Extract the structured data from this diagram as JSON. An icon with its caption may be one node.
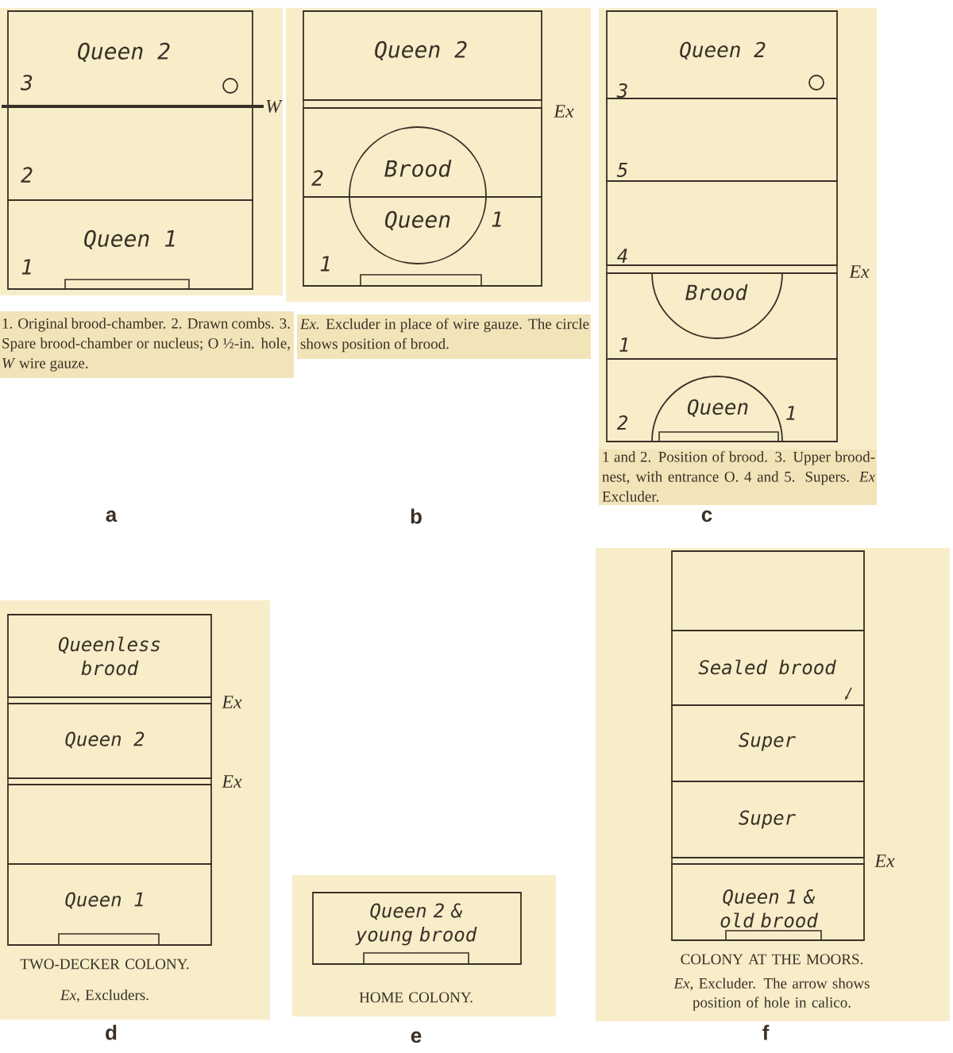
{
  "diagram": {
    "nodes": [
      {
        "text": [
          "Queen 2",
          "3"
        ]
      },
      {
        "text": [
          "2"
        ]
      },
      {
        "text": [
          "Queen 1",
          "1"
        ]
      },
      {
        "text": [
          "Queen 2"
        ]
      },
      {
        "text": [
          "2"
        ]
      },
      {
        "text": [
          "1",
          "1"
        ]
      },
      {
        "text": [
          "Brood",
          "Queen"
        ]
      },
      {
        "text": [
          "Queen 2",
          "3"
        ]
      },
      {
        "text": [
          "5"
        ]
      },
      {
        "text": [
          "4"
        ]
      },
      {
        "text": [
          "1"
        ]
      },
      {
        "text": [
          "Brood"
        ],
        "in": 10
      },
      {
        "text": [
          "2",
          "1"
        ]
      },
      {
        "text": [
          "Queen"
        ],
        "in": 12
      },
      {
        "text": [
          "Queenless brood"
        ]
      },
      {
        "text": [
          "Queen 2"
        ]
      },
      {
        "text": [],
        "shape": "box"
      },
      {
        "text": [
          "Queen 1"
        ]
      },
      {
        "text": [
          "Queen 2 & young brood"
        ]
      },
      {
        "text": [],
        "shape": "box"
      },
      {
        "text": [
          "Sealed brood"
        ]
      },
      {
        "text": [
          "Super"
        ]
      },
      {
        "text": [
          "Super"
        ]
      },
      {
        "text": [
          "Queen 1 & old brood"
        ]
      }
    ],
    "labels": [
      "W",
      "1. Original brood-chamber. 2. Drawn combs. 3. Spare brood-chamber or nucleus; O ½-in. hole, *W* wire gauze.",
      "Ex",
      "*Ex.* Excluder in place of wire gauze. The circle shows position of brood.",
      "Ex",
      "1 and 2. Position of brood. 3. Upper brood-nest, with entrance O. 4 and 5. Supers. *Ex* Excluder.",
      "a",
      "b",
      "c",
      "Ex",
      "Ex",
      "TWO-DECKER COLONY.",
      "*Ex*, Excluders.",
      "HOME COLONY.",
      "Ex",
      "COLONY AT THE MOORS.",
      "*Ex*, Excluder. The arrow shows position of hole in calico.",
      "d",
      "e",
      "f"
    ]
  }
}
